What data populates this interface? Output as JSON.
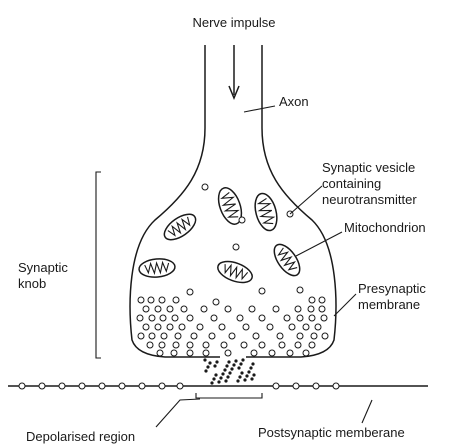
{
  "diagram": {
    "labels": {
      "nerve_impulse": "Nerve impulse",
      "axon": "Axon",
      "synaptic_vesicle": [
        "Synaptic vesicle",
        "containing",
        "neurotransmitter"
      ],
      "mitochondrion": "Mitochondrion",
      "synaptic_knob": [
        "Synaptic",
        "knob"
      ],
      "presynaptic_membrane": [
        "Presynaptic",
        "membrane"
      ],
      "depolarised_region": "Depolarised region",
      "postsynaptic_membrane": "Postsynaptic memberane"
    }
  }
}
